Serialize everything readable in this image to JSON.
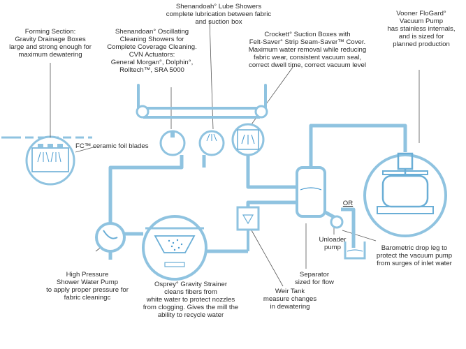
{
  "colors": {
    "pipe": "#8fc3e0",
    "pipe_dark": "#6aaed6",
    "leader": "#555555",
    "text": "#2a2a2a",
    "water": "#4a9bd0"
  },
  "labels": {
    "forming": "Forming Section:\nGravity Drainage Boxes\nlarge and strong enough for\nmaximum dewatering",
    "oscillating": "Shenandoan° Oscillating\nCleaning Showers for\nComplete Coverage Cleaning.\nCVN Actuators:\nGeneral Morgan°, Dolphin°,\nRolltech™, SRA 5000",
    "lube": "Shenandoah° Lube Showers\ncomplete lubrication between fabric\nand suction box",
    "suction": "Crockett° Suction Boxes with\nFelt-Saver° Strip Seam-Saver™ Cover.\nMaximum water removal while reducing\nfabric wear, consistent vacuum seal,\ncorrect dwell time, correct vacuum level",
    "vacuum_pump": "Vooner FloGard°\nVacuum Pump\nhas stainless internals,\nand is sized for\nplanned production",
    "foil": "FC™ ceramic foil blades",
    "hp_pump": "High Pressure\nShower Water Pump\nto apply proper pressure for\nfabric cleaningc",
    "strainer": "Osprey° Gravity Strainer\ncleans fibers from\nwhite water to protect nozzles\nfrom clogging. Gives the mill the\nability to recycle water",
    "weir": "Weir Tank\nmeasure changes\nin dewatering",
    "separator": "Separator\nsized for flow",
    "unloader": "Unloader\npump",
    "or": "OR",
    "barometric": "Barometric drop leg to\nprotect the vacuum pump\nfrom surges of inlet water"
  }
}
